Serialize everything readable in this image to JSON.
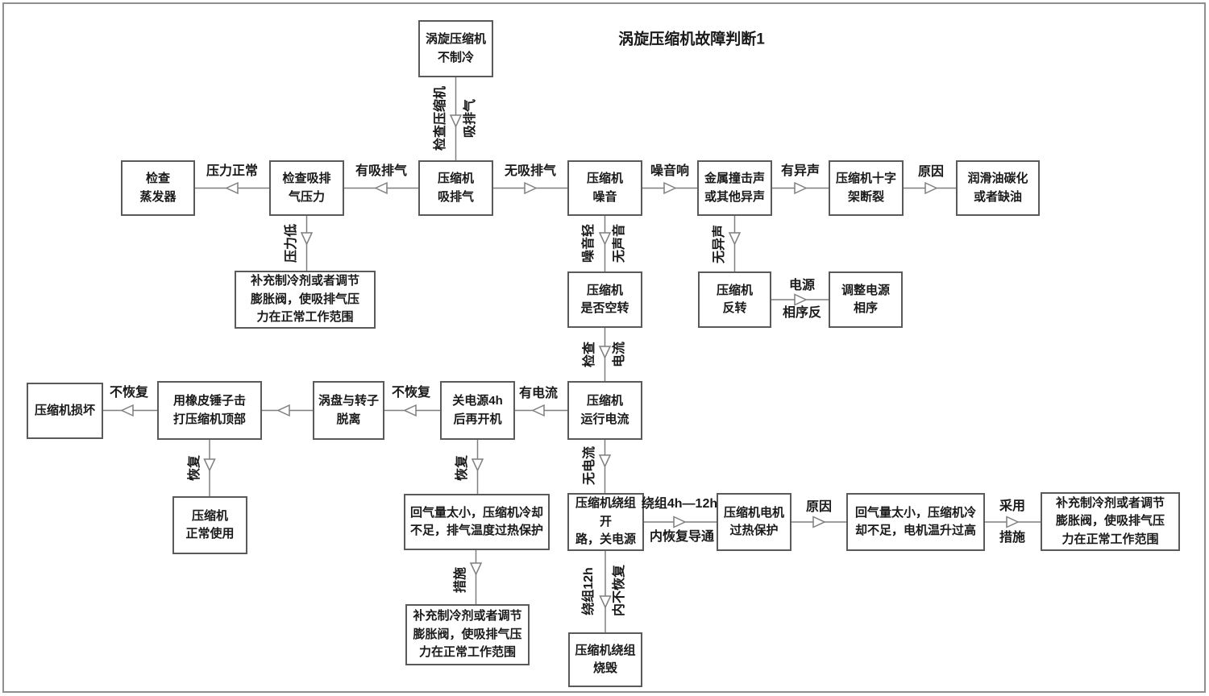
{
  "title": "涡旋压缩机故障判断1",
  "nodes": {
    "start": "涡旋压缩机\n不制冷",
    "check_evaporator": "检查\n蒸发器",
    "check_pressure": "检查吸排\n气压力",
    "suction": "压缩机\n吸排气",
    "noise": "压缩机\n噪音",
    "metal_impact": "金属撞击声\n或其他异声",
    "cross_broken": "压缩机十字\n架断裂",
    "oil_lack": "润滑油碳化\n或者缺油",
    "refill_left": "补充制冷剂或者调节\n膨胀阀，使吸排气压\n力在正常工作范围",
    "idle": "压缩机\n是否空转",
    "reverse": "压缩机\n反转",
    "adjust_phase": "调整电源\n相序",
    "damaged": "压缩机损坏",
    "hammer": "用橡皮锤子击\n打压缩机顶部",
    "detached": "涡盘与转子\n脱离",
    "power_off_4h": "关电源4h\n后再开机",
    "running_current": "压缩机\n运行电流",
    "normal_use": "压缩机\n正常使用",
    "discharge_overheat": "回气量太小，压缩机冷却\n不足，排气温度过热保护",
    "winding_open": "压缩机绕组开\n路，关电源",
    "motor_overheat": "压缩机电机\n过热保护",
    "motor_temp_high": "回气量太小，压缩机冷\n却不足，电机温升过高",
    "refill_right": "补充制冷剂或者调节\n膨胀阀，使吸排气压\n力在正常工作范围",
    "refill_bottom": "补充制冷剂或者调节\n膨胀阀，使吸排气压\n力在正常工作范围",
    "winding_burned": "压缩机绕组\n烧毁"
  },
  "labels": {
    "pressure_normal": "压力正常",
    "has_suction": "有吸排气",
    "no_suction": "无吸排气",
    "noise_loud": "噪音响",
    "abnormal_sound": "有异声",
    "reason_1": "原因",
    "power": "电源",
    "phase_reversed": "相序反",
    "has_current": "有电流",
    "no_recover_1": "不恢复",
    "no_recover_2": "不恢复",
    "winding_4h12h": "绕组4h—12h",
    "recover_conduct": "内恢复导通",
    "reason_2": "原因",
    "adopt": "采用",
    "measure_right": "措施",
    "check_compressor": "检查压缩机",
    "suction_exhaust": "吸排气",
    "pressure_low": "压力低",
    "noise_light": "噪音轻",
    "no_sound": "无声音",
    "no_abnormal": "无异声",
    "check": "检查",
    "current": "电流",
    "recover_1": "恢复",
    "recover_2": "恢复",
    "no_current": "无电流",
    "measure_bottom": "措施",
    "winding_12h": "绕组12h",
    "not_recover_12h": "内不恢复"
  },
  "colors": {
    "box_border": "#5a5a5a",
    "connector": "#7f7f7f",
    "frame": "#8f8f8f",
    "text": "#1a1a1a"
  }
}
